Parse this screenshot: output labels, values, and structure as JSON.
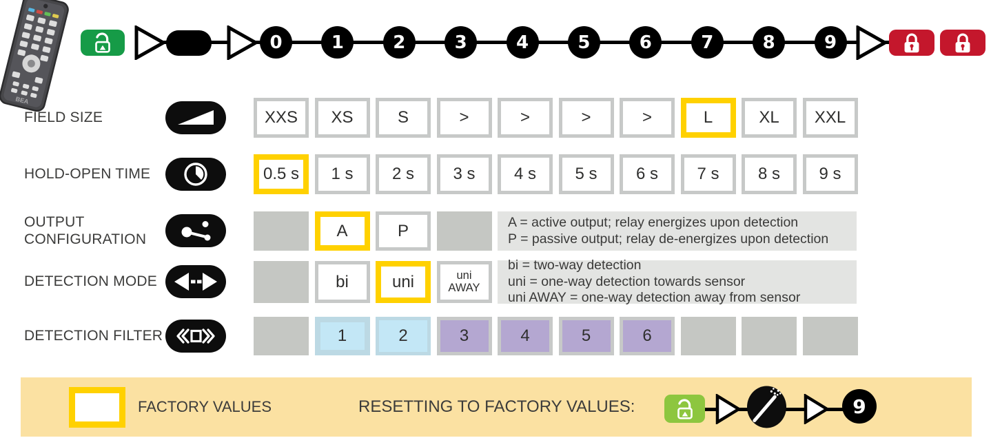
{
  "branding": {
    "remote_logo": "BEA"
  },
  "top_sequence": {
    "digits": [
      "0",
      "1",
      "2",
      "3",
      "4",
      "5",
      "6",
      "7",
      "8",
      "9"
    ],
    "icons": {
      "unlock": "open-padlock",
      "blank_key": "black-blank-key",
      "arrow": "right-triangle-arrow",
      "lock": "closed-padlock"
    }
  },
  "rows": [
    {
      "label": "FIELD SIZE",
      "icon": "ramp-wedge",
      "cells": [
        {
          "text": "XXS",
          "state": "normal"
        },
        {
          "text": "XS",
          "state": "normal"
        },
        {
          "text": "S",
          "state": "normal"
        },
        {
          "text": ">",
          "state": "normal"
        },
        {
          "text": ">",
          "state": "normal"
        },
        {
          "text": ">",
          "state": "normal"
        },
        {
          "text": ">",
          "state": "normal"
        },
        {
          "text": "L",
          "state": "factory"
        },
        {
          "text": "XL",
          "state": "normal"
        },
        {
          "text": "XXL",
          "state": "normal"
        }
      ]
    },
    {
      "label": "HOLD-OPEN TIME",
      "icon": "clock",
      "cells": [
        {
          "text": "0.5 s",
          "state": "factory"
        },
        {
          "text": "1 s",
          "state": "normal"
        },
        {
          "text": "2 s",
          "state": "normal"
        },
        {
          "text": "3 s",
          "state": "normal"
        },
        {
          "text": "4 s",
          "state": "normal"
        },
        {
          "text": "5 s",
          "state": "normal"
        },
        {
          "text": "6 s",
          "state": "normal"
        },
        {
          "text": "7 s",
          "state": "normal"
        },
        {
          "text": "8 s",
          "state": "normal"
        },
        {
          "text": "9 s",
          "state": "normal"
        }
      ]
    },
    {
      "label": "OUTPUT CONFIGURATION",
      "icon": "relay-switch",
      "cells": [
        {
          "text": "",
          "state": "disabled"
        },
        {
          "text": "A",
          "state": "factory"
        },
        {
          "text": "P",
          "state": "normal"
        },
        {
          "text": "",
          "state": "disabled"
        }
      ],
      "note_lines": [
        "A = active output; relay energizes upon detection",
        "P = passive output; relay de-energizes upon detection"
      ]
    },
    {
      "label": "DETECTION MODE",
      "icon": "two-way-arrows",
      "cells": [
        {
          "text": "",
          "state": "disabled"
        },
        {
          "text": "bi",
          "state": "normal"
        },
        {
          "text": "uni",
          "state": "factory"
        },
        {
          "text": "uni AWAY",
          "state": "normal-small"
        }
      ],
      "note_lines": [
        "bi = two-way detection",
        "uni = one-way detection towards sensor",
        "uni AWAY = one-way detection away from sensor"
      ]
    },
    {
      "label": "DETECTION FILTER",
      "icon": "square-chevrons",
      "cells": [
        {
          "text": "",
          "state": "disabled"
        },
        {
          "text": "1",
          "state": "factory-blue"
        },
        {
          "text": "2",
          "state": "blue"
        },
        {
          "text": "3",
          "state": "purple"
        },
        {
          "text": "4",
          "state": "purple"
        },
        {
          "text": "5",
          "state": "purple"
        },
        {
          "text": "6",
          "state": "purple"
        },
        {
          "text": "",
          "state": "disabled"
        },
        {
          "text": "",
          "state": "disabled"
        },
        {
          "text": "",
          "state": "disabled"
        }
      ]
    }
  ],
  "footer": {
    "factory_values_label": "FACTORY VALUES",
    "resetting_label": "RESETTING TO FACTORY VALUES:",
    "reset_digit": "9",
    "reset_icons": {
      "unlock": "open-padlock",
      "wipe": "wipe-clean-spray",
      "arrow": "right-triangle-arrow"
    }
  },
  "colors": {
    "factory_highlight": "#FFD100",
    "unlock_green": "#169B47",
    "reset_lime": "#8DC63F",
    "lock_red": "#C4172C",
    "cell_border_gray": "#C7C9C8",
    "disabled_gray": "#C5C7C3",
    "filter_blue": "#C3E7F6",
    "filter_purple": "#B4A7D1",
    "note_gray": "#E3E4E2",
    "footer_band": "#FBE1A2"
  }
}
